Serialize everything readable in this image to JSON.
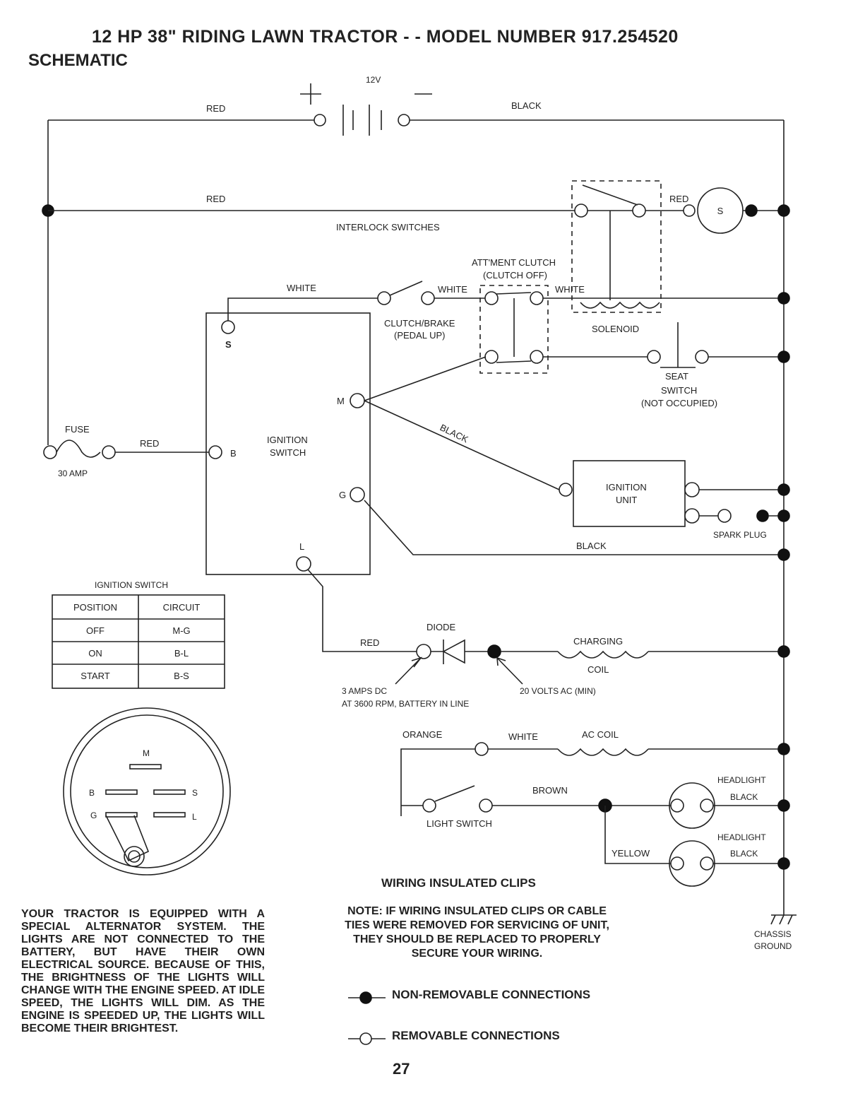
{
  "title": "12 HP 38\" RIDING LAWN TRACTOR - - MODEL NUMBER 917.254520",
  "subtitle": "SCHEMATIC",
  "labels": {
    "battery_voltage": "12V",
    "plus": "+",
    "minus": "−",
    "red_top": "RED",
    "black_top": "BLACK",
    "red_mid": "RED",
    "interlock": "INTERLOCK SWITCHES",
    "red_starter": "RED",
    "starter": "S",
    "att_clutch_1": "ATT'MENT CLUTCH",
    "att_clutch_2": "(CLUTCH OFF)",
    "white_1": "WHITE",
    "white_2": "WHITE",
    "white_3": "WHITE",
    "clutch_brake_1": "CLUTCH/BRAKE",
    "clutch_brake_2": "(PEDAL UP)",
    "solenoid": "SOLENOID",
    "s_terminal": "S",
    "seat_1": "SEAT",
    "seat_2": "SWITCH",
    "seat_3": "(NOT OCCUPIED)",
    "m_terminal": "M",
    "black_diag": "BLACK",
    "fuse": "FUSE",
    "fuse_amp": "30 AMP",
    "red_fuse": "RED",
    "b_terminal": "B",
    "ign_switch_1": "IGNITION",
    "ign_switch_2": "SWITCH",
    "ign_unit_1": "IGNITION",
    "ign_unit_2": "UNIT",
    "g_terminal": "G",
    "spark_plug": "SPARK PLUG",
    "black_ground": "BLACK",
    "l_terminal": "L",
    "diode": "DIODE",
    "red_diode": "RED",
    "charging": "CHARGING",
    "coil": "COIL",
    "amps_1": "3 AMPS DC",
    "amps_2": "AT 3600 RPM, BATTERY IN LINE",
    "volts": "20 VOLTS AC (MIN)",
    "orange": "ORANGE",
    "white_ac": "WHITE",
    "ac_coil": "AC COIL",
    "brown": "BROWN",
    "light_switch": "LIGHT SWITCH",
    "headlight_1": "HEADLIGHT",
    "black_h1": "BLACK",
    "headlight_2": "HEADLIGHT",
    "black_h2": "BLACK",
    "yellow": "YELLOW",
    "chassis_1": "CHASSIS",
    "chassis_2": "GROUND",
    "dial_m": "M",
    "dial_b": "B",
    "dial_s": "S",
    "dial_g": "G",
    "dial_l": "L"
  },
  "ignition_table": {
    "caption": "IGNITION SWITCH",
    "headers": [
      "POSITION",
      "CIRCUIT"
    ],
    "rows": [
      [
        "OFF",
        "M-G"
      ],
      [
        "ON",
        "B-L"
      ],
      [
        "START",
        "B-S"
      ]
    ]
  },
  "notes": {
    "alternator": "YOUR TRACTOR IS EQUIPPED WITH A SPECIAL ALTERNATOR SYSTEM. THE LIGHTS ARE NOT CONNECTED TO THE BATTERY, BUT HAVE THEIR OWN ELECTRICAL SOURCE. BECAUSE OF THIS, THE BRIGHTNESS OF THE LIGHTS WILL CHANGE WITH THE ENGINE SPEED. AT IDLE SPEED, THE LIGHTS WILL DIM. AS THE ENGINE IS SPEEDED UP, THE LIGHTS WILL BECOME THEIR BRIGHTEST.",
    "clips_title": "WIRING INSULATED CLIPS",
    "clips": "NOTE: IF WIRING INSULATED CLIPS OR CABLE TIES WERE REMOVED FOR SERVICING OF UNIT, THEY SHOULD BE REPLACED TO PROPERLY SECURE YOUR WIRING."
  },
  "legend": {
    "non_removable": "NON-REMOVABLE CONNECTIONS",
    "removable": "REMOVABLE CONNECTIONS"
  },
  "page_number": "27"
}
